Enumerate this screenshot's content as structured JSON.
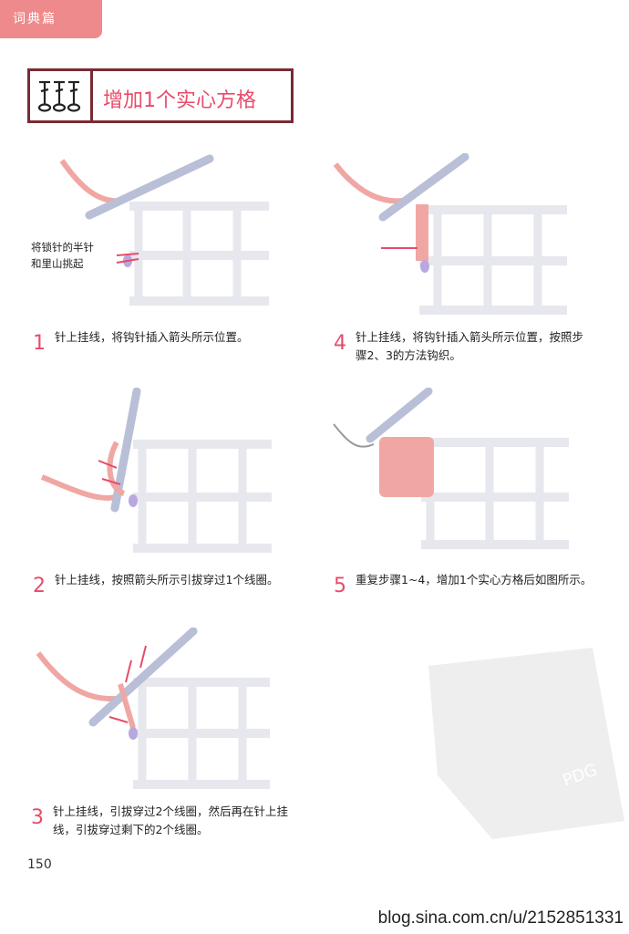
{
  "header": {
    "section_label": "词典篇"
  },
  "title": {
    "text": "增加1个实心方格"
  },
  "steps": [
    {
      "number": "1",
      "text": "针上挂线，将钩针插入箭头所示位置。",
      "note": "将锁针的半针\n和里山挑起"
    },
    {
      "number": "2",
      "text": "针上挂线，按照箭头所示引拔穿过1个线圈。"
    },
    {
      "number": "3",
      "line1": "针上挂线，引拔穿过2个线圈，然后再在针上挂",
      "line2": "线，引拔穿过剩下的2个线圈。"
    },
    {
      "number": "4",
      "line1": "针上挂线，将钩针插入箭头所示位置，按照步",
      "line2": "骤2、3的方法钩织。"
    },
    {
      "number": "5",
      "text": "重复步骤1~4，增加1个实心方格后如图所示。"
    }
  ],
  "page_number": "150",
  "watermark": {
    "label": "PDG"
  },
  "site_url": "blog.sina.com.cn/u/2152851331",
  "colors": {
    "accent": "#e84b6a",
    "tab": "#ef8a8c",
    "title_border": "#7a2a33",
    "yarn": "#f0a7a4",
    "hook": "#b8bfd6"
  }
}
